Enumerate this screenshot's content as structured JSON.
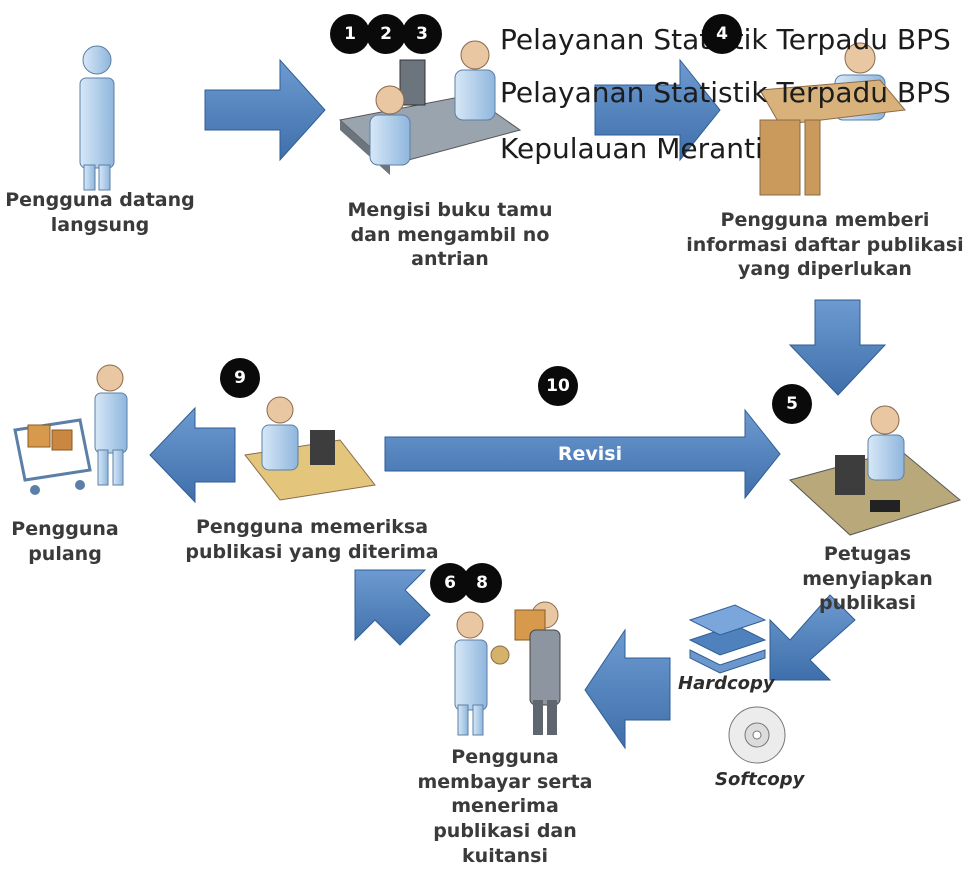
{
  "overlay": {
    "line1": "Pelayanan Statistik Terpadu BPS",
    "line2": "Pelayanan Statistik Terpadu BPS",
    "line3": "Kepulauan Meranti"
  },
  "steps": {
    "s1": "Pengguna datang langsung",
    "s2": "Mengisi buku tamu dan mengambil no antrian",
    "s3": "Pengguna memberi informasi daftar publikasi yang diperlukan",
    "s4": "Petugas menyiapkan publikasi",
    "s5": "Pengguna membayar serta menerima publikasi dan kuitansi",
    "s6": "Pengguna memeriksa publikasi yang diterima",
    "s7": "Pengguna pulang"
  },
  "badges": [
    "1",
    "2",
    "3",
    "4",
    "5",
    "6",
    "8",
    "9",
    "10"
  ],
  "revision_label": "Revisi",
  "media": {
    "hard": "Hardcopy",
    "soft": "Softcopy"
  },
  "colors": {
    "arrow": "#4f81bd",
    "arrow_dark": "#2f5e95",
    "badge": "#0a0a0a"
  }
}
